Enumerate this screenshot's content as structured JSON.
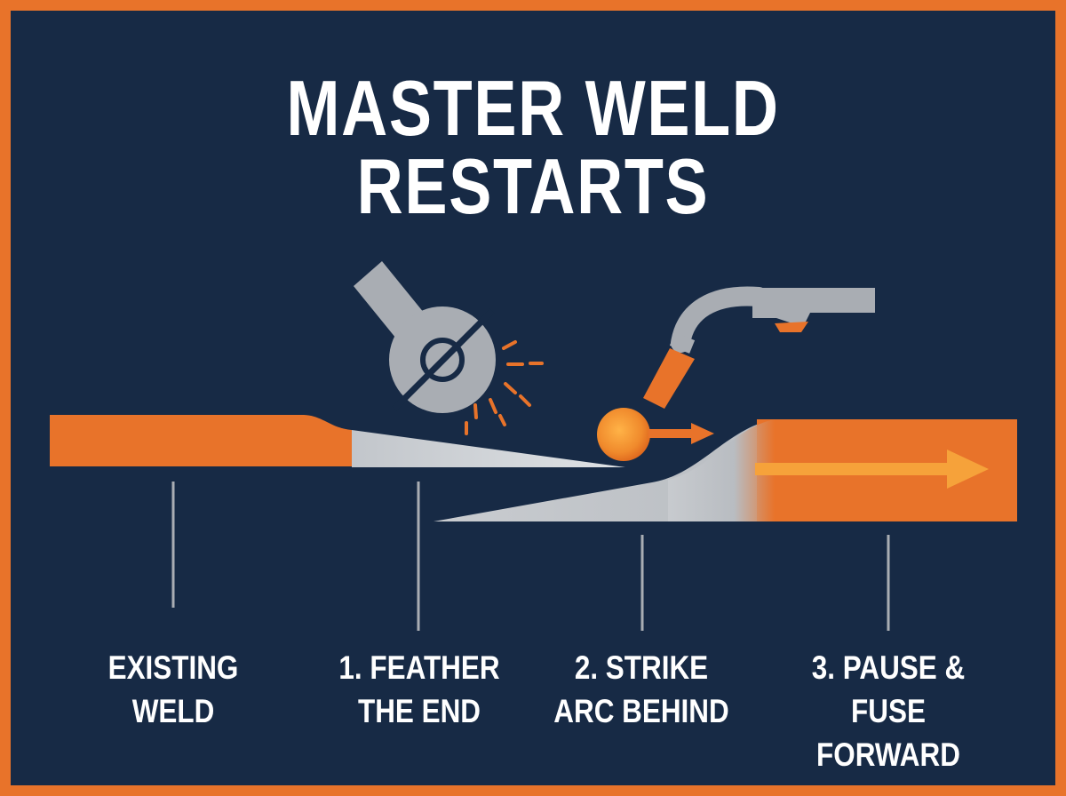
{
  "title": "MASTER WELD RESTARTS",
  "colors": {
    "background": "#172a45",
    "border": "#e8732a",
    "weld": "#e8732a",
    "metal": "#aeb3ba",
    "text": "#ffffff"
  },
  "icons": {
    "grinder": "grinder-icon",
    "torch": "mig-torch-icon",
    "puddle": "weld-puddle-icon",
    "direction": "arrow-right-icon"
  },
  "steps": [
    {
      "line1": "EXISTING",
      "line2": "WELD"
    },
    {
      "line1": "1. FEATHER",
      "line2": "THE END"
    },
    {
      "line1": "2. STRIKE",
      "line2": "ARC BEHIND"
    },
    {
      "line1": "3. PAUSE &",
      "line2": "FUSE FORWARD"
    }
  ]
}
